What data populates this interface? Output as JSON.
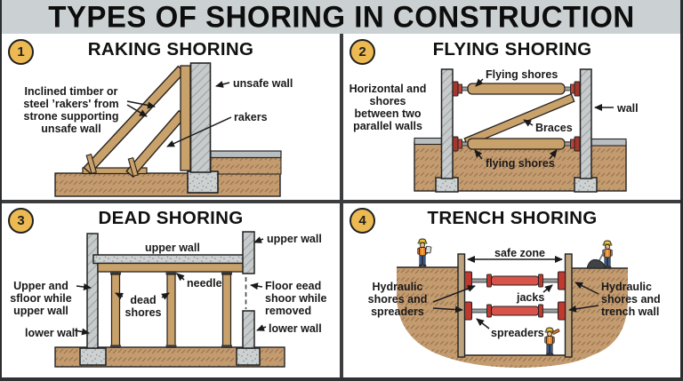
{
  "title": "TYPES OF SHORING IN CONSTRUCTION",
  "colors": {
    "header_bg": "#cbd0d2",
    "badge_yellow": "#ecb952",
    "wood": "#c9a16b",
    "wall_gray": "#c7cbcc",
    "ground_brown": "#c49b6f",
    "concrete": "#cdd1d2",
    "jack_red": "#d9534a",
    "jack_dark_red": "#c0392f",
    "vest_orange": "#e8812e",
    "helmet_yellow": "#eec733",
    "pants_blue": "#3c5f8f",
    "divider": "#3b3d3f"
  },
  "panels": [
    {
      "number": "1",
      "title": "RAKING SHORING",
      "note": "Inclined timber or steel ’rakers' from strone supporting unsafe wall",
      "labels": {
        "unsafe_wall": "unsafe wall",
        "rakers": "rakers"
      }
    },
    {
      "number": "2",
      "title": "FLYING SHORING",
      "note": "Horizontal and shores between two parallel walls",
      "labels": {
        "flying_shores_top": "Flying shores",
        "wall": "wall",
        "braces": "Braces",
        "flying_shores_bottom": "flying shores"
      }
    },
    {
      "number": "3",
      "title": "DEAD SHORING",
      "note": "Upper and sfloor while upper wall",
      "labels": {
        "upper_wall_center": "upper wall",
        "upper_wall_right": "upper wall",
        "needle": "needle",
        "dead_shores": "dead shores",
        "floor_note": "Floor eead shoor while removed",
        "lower_wall_left": "lower wall",
        "lower_wall_right": "lower wall"
      }
    },
    {
      "number": "4",
      "title": "TRENCH SHORING",
      "note": "Hydraulic shores and spreaders",
      "labels": {
        "safe_zone": "safe zone",
        "jacks": "jacks",
        "trench_wall_note": "Hydraulic shores and trench wall",
        "spreaders": "spreaders"
      }
    }
  ]
}
